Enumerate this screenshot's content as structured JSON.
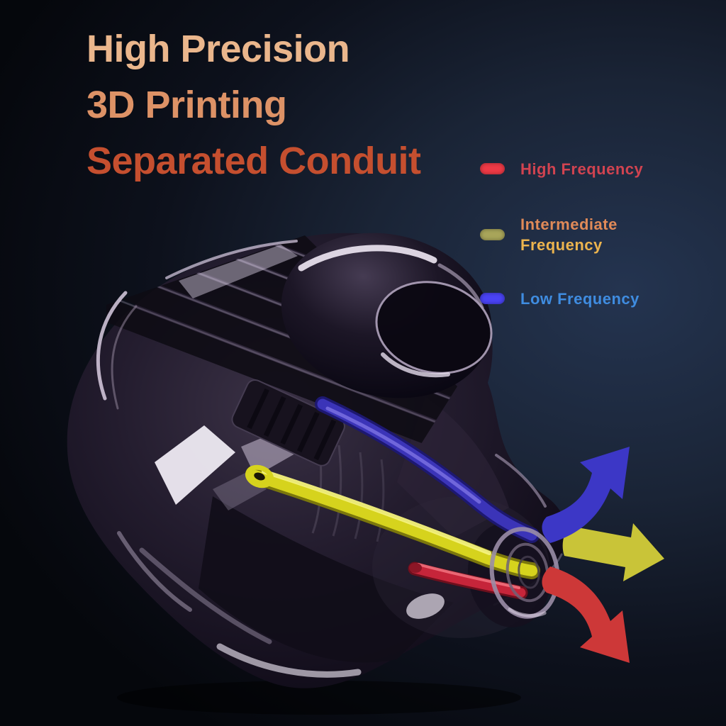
{
  "banner": {
    "title_lines": [
      {
        "text": "High Precision",
        "color": "#eab68c"
      },
      {
        "text": "3D Printing",
        "color": "#dd9266"
      },
      {
        "text": "Separated Conduit",
        "color": "#c54f2f"
      }
    ]
  },
  "legend": {
    "items": [
      {
        "id": "high-frequency",
        "swatch_color": "#ee3a46",
        "lines": [
          {
            "text": "High Frequency",
            "color": "#d14350"
          }
        ]
      },
      {
        "id": "intermediate-frequency",
        "swatch_color": "#a8a55a",
        "lines": [
          {
            "text": "Intermediate",
            "color": "#e08a58"
          },
          {
            "text": "Frequency",
            "color": "#ecb44e"
          }
        ]
      },
      {
        "id": "low-frequency",
        "swatch_color": "#4a43f5",
        "lines": [
          {
            "text": "Low Frequency",
            "color": "#3f8ce0"
          }
        ]
      }
    ]
  },
  "illustration": {
    "name": "transparent-3d-printed-earphone-with-separated-conduits",
    "conduits": {
      "low": {
        "color": "#3b34b8",
        "highlight": "#7a70e0"
      },
      "intermediate": {
        "color": "#d6d31d",
        "highlight": "#f6f483"
      },
      "high": {
        "color": "#c6253a",
        "highlight": "#f2707d"
      }
    },
    "arrows": {
      "low": {
        "direction": "up-right",
        "color": "#3c37c6"
      },
      "intermediate": {
        "direction": "right",
        "color": "#c9c438"
      },
      "high": {
        "direction": "down-right",
        "color": "#cd3838"
      }
    },
    "background": {
      "corner": "#05060a",
      "center": "#243450"
    }
  }
}
